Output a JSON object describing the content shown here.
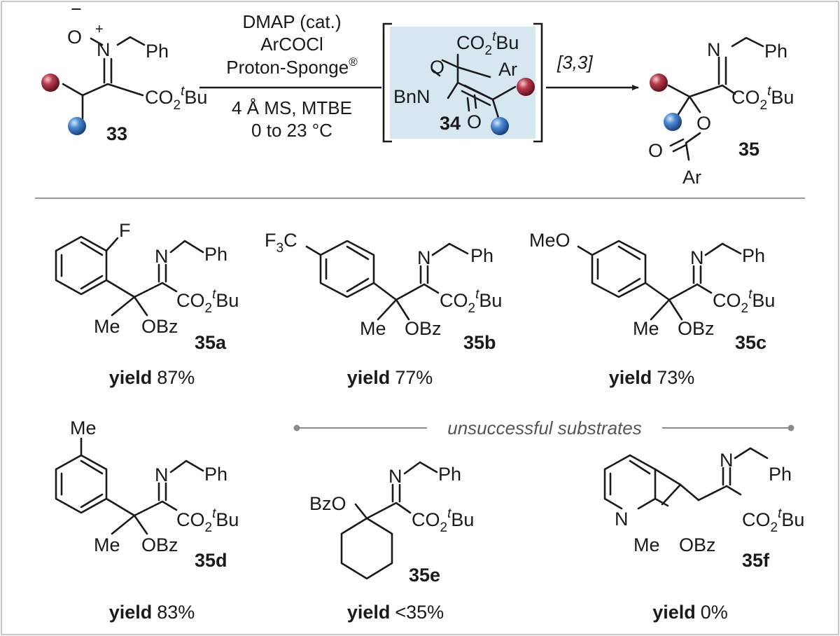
{
  "colors": {
    "border": "#c8c8c8",
    "divider": "#9a9a9a",
    "box": "#d7e7ef",
    "ball_red": "#8e1b2a",
    "ball_blue": "#2f6db5",
    "header": "#555555"
  },
  "reaction": {
    "reagents": [
      "DMAP (cat.)",
      "ArCOCl",
      "Proton-Sponge"
    ],
    "reagent_sup": "®",
    "conditions": [
      "4 Å MS, MTBE",
      "0 to 23 °C"
    ],
    "step_label": "[3,3]",
    "compound_start": "33",
    "compound_intermediate": "34",
    "compound_product": "35"
  },
  "atoms": {
    "o_minus": "−",
    "o": "O",
    "n_plus": "+",
    "n": "N",
    "ph": "Ph",
    "co2": "CO",
    "two": "2",
    "t": "t",
    "bu": "Bu",
    "ar": "Ar",
    "bnn": "BnN",
    "me": "Me",
    "obz": "OBz",
    "bzo": "BzO",
    "f": "F",
    "f3c": "F",
    "three": "3",
    "c": "C",
    "meo": "MeO"
  },
  "header": "unsuccessful substrates",
  "yield_key": "yield",
  "substrates": [
    {
      "id": "35a",
      "yield": "87%"
    },
    {
      "id": "35b",
      "yield": "77%"
    },
    {
      "id": "35c",
      "yield": "73%"
    },
    {
      "id": "35d",
      "yield": "83%"
    },
    {
      "id": "35e",
      "yield": "<35%"
    },
    {
      "id": "35f",
      "yield": "0%"
    }
  ]
}
